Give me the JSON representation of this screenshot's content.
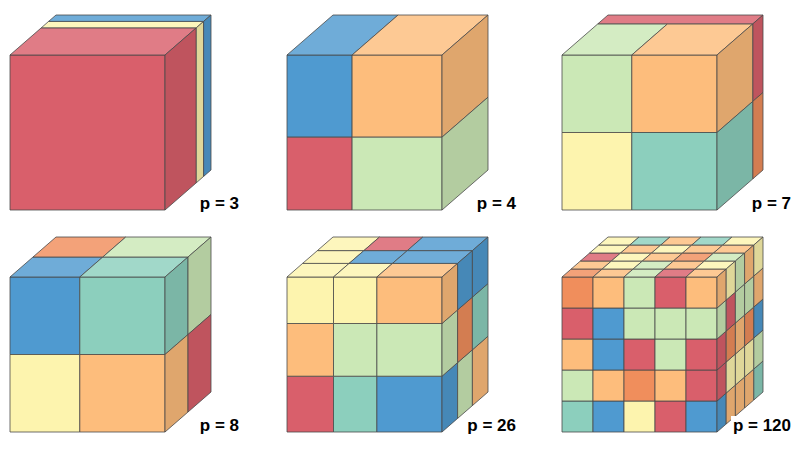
{
  "diagram": {
    "labels": [
      "p = 3",
      "p = 4",
      "p = 7",
      "p = 8",
      "p = 26",
      "p = 120"
    ]
  }
}
